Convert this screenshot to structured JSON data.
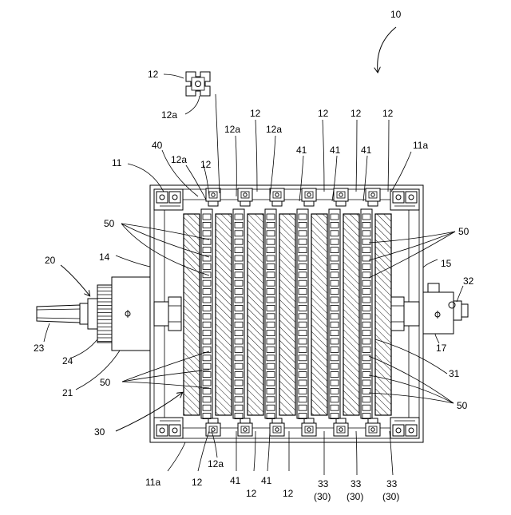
{
  "diagram": {
    "labels": {
      "assembly": "10",
      "profile_top": "12",
      "groove_top": "12a",
      "frame_corner_left": "11",
      "frame_corner_right": "11a",
      "frame_corner_bottom": "11a",
      "side_wall_left": "14",
      "side_wall_right": "15",
      "holder": "40",
      "drive_unit": "20",
      "motor_housing": "21",
      "motor_handle": "23",
      "coupling": "24",
      "rotor_assembly": "30",
      "shaft": "31",
      "right_connector": "32",
      "right_bearing": "17",
      "rollers_left_upper": "50",
      "rollers_left_lower": "50",
      "rollers_right_upper": "50",
      "rollers_right_lower": "50",
      "top_12a_1": "12a",
      "top_12a_2": "12a",
      "top_12a_3": "12a",
      "top_12_1": "12",
      "top_12_2": "12",
      "top_12_3": "12",
      "top_12_4": "12",
      "top_12_5": "12",
      "top_12_6": "12",
      "top_41_1": "41",
      "top_41_2": "41",
      "top_41_3": "41",
      "bottom_12a": "12a",
      "bottom_12_1": "12",
      "bottom_41_1": "41",
      "bottom_12_2": "12",
      "bottom_41_2": "41",
      "bottom_12_3": "12",
      "bottom_33_1": "33",
      "bottom_30_1": "(30)",
      "bottom_33_2": "33",
      "bottom_30_2": "(30)",
      "bottom_33_3": "33",
      "bottom_30_3": "(30)"
    }
  }
}
